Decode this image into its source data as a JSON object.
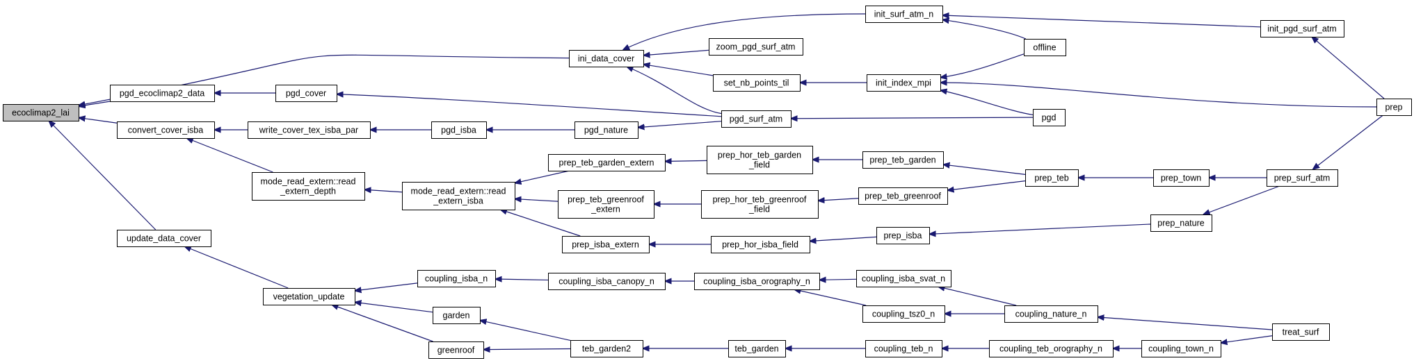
{
  "graph": {
    "root": "ecoclimap2_lai",
    "edge_color": "#191970",
    "root_fill": "#bfbfbf",
    "nodes": [
      {
        "id": "ecoclimap2_lai",
        "lines": [
          "ecoclimap2_lai"
        ]
      },
      {
        "id": "ini_data_cover",
        "lines": [
          "ini_data_cover"
        ]
      },
      {
        "id": "pgd_ecoclimap2_data",
        "lines": [
          "pgd_ecoclimap2_data"
        ]
      },
      {
        "id": "convert_cover_isba",
        "lines": [
          "convert_cover_isba"
        ]
      },
      {
        "id": "update_data_cover",
        "lines": [
          "update_data_cover"
        ]
      },
      {
        "id": "init_surf_atm_n",
        "lines": [
          "init_surf_atm_n"
        ]
      },
      {
        "id": "zoom_pgd_surf_atm",
        "lines": [
          "zoom_pgd_surf_atm"
        ]
      },
      {
        "id": "set_nb_points_til",
        "lines": [
          "set_nb_points_til"
        ]
      },
      {
        "id": "pgd_surf_atm",
        "lines": [
          "pgd_surf_atm"
        ]
      },
      {
        "id": "pgd_cover",
        "lines": [
          "pgd_cover"
        ]
      },
      {
        "id": "write_cover_tex_isba_par",
        "lines": [
          "write_cover_tex_isba_par"
        ]
      },
      {
        "id": "mode_read_extern_depth",
        "lines": [
          "mode_read_extern::read",
          "_extern_depth"
        ]
      },
      {
        "id": "vegetation_update",
        "lines": [
          "vegetation_update"
        ]
      },
      {
        "id": "pgd_isba",
        "lines": [
          "pgd_isba"
        ]
      },
      {
        "id": "pgd_nature",
        "lines": [
          "pgd_nature"
        ]
      },
      {
        "id": "mode_read_extern_isba",
        "lines": [
          "mode_read_extern::read",
          "_extern_isba"
        ]
      },
      {
        "id": "prep_teb_garden_extern",
        "lines": [
          "prep_teb_garden_extern"
        ]
      },
      {
        "id": "prep_teb_greenroof_extern",
        "lines": [
          "prep_teb_greenroof",
          "_extern"
        ]
      },
      {
        "id": "prep_isba_extern",
        "lines": [
          "prep_isba_extern"
        ]
      },
      {
        "id": "prep_hor_teb_garden_field",
        "lines": [
          "prep_hor_teb_garden",
          "_field"
        ]
      },
      {
        "id": "prep_hor_teb_greenroof_field",
        "lines": [
          "prep_hor_teb_greenroof",
          "_field"
        ]
      },
      {
        "id": "prep_hor_isba_field",
        "lines": [
          "prep_hor_isba_field"
        ]
      },
      {
        "id": "prep_teb_garden",
        "lines": [
          "prep_teb_garden"
        ]
      },
      {
        "id": "prep_teb_greenroof",
        "lines": [
          "prep_teb_greenroof"
        ]
      },
      {
        "id": "prep_isba",
        "lines": [
          "prep_isba"
        ]
      },
      {
        "id": "prep_teb",
        "lines": [
          "prep_teb"
        ]
      },
      {
        "id": "prep_town",
        "lines": [
          "prep_town"
        ]
      },
      {
        "id": "prep_nature",
        "lines": [
          "prep_nature"
        ]
      },
      {
        "id": "prep_surf_atm",
        "lines": [
          "prep_surf_atm"
        ]
      },
      {
        "id": "init_pgd_surf_atm",
        "lines": [
          "init_pgd_surf_atm"
        ]
      },
      {
        "id": "prep",
        "lines": [
          "prep"
        ]
      },
      {
        "id": "init_index_mpi",
        "lines": [
          "init_index_mpi"
        ]
      },
      {
        "id": "offline",
        "lines": [
          "offline"
        ]
      },
      {
        "id": "pgd",
        "lines": [
          "pgd"
        ]
      },
      {
        "id": "coupling_isba_n",
        "lines": [
          "coupling_isba_n"
        ]
      },
      {
        "id": "garden",
        "lines": [
          "garden"
        ]
      },
      {
        "id": "greenroof",
        "lines": [
          "greenroof"
        ]
      },
      {
        "id": "coupling_isba_canopy_n",
        "lines": [
          "coupling_isba_canopy_n"
        ]
      },
      {
        "id": "teb_garden2",
        "lines": [
          "teb_garden2"
        ]
      },
      {
        "id": "coupling_isba_orography_n",
        "lines": [
          "coupling_isba_orography_n"
        ]
      },
      {
        "id": "teb_garden",
        "lines": [
          "teb_garden"
        ]
      },
      {
        "id": "coupling_isba_svat_n",
        "lines": [
          "coupling_isba_svat_n"
        ]
      },
      {
        "id": "coupling_tsz0_n",
        "lines": [
          "coupling_tsz0_n"
        ]
      },
      {
        "id": "coupling_teb_n",
        "lines": [
          "coupling_teb_n"
        ]
      },
      {
        "id": "coupling_nature_n",
        "lines": [
          "coupling_nature_n"
        ]
      },
      {
        "id": "coupling_teb_orography_n",
        "lines": [
          "coupling_teb_orography_n"
        ]
      },
      {
        "id": "coupling_town_n",
        "lines": [
          "coupling_town_n"
        ]
      },
      {
        "id": "treat_surf",
        "lines": [
          "treat_surf"
        ]
      }
    ],
    "edges": [
      {
        "from": "ini_data_cover",
        "to": "ecoclimap2_lai"
      },
      {
        "from": "pgd_ecoclimap2_data",
        "to": "ecoclimap2_lai"
      },
      {
        "from": "convert_cover_isba",
        "to": "ecoclimap2_lai"
      },
      {
        "from": "update_data_cover",
        "to": "ecoclimap2_lai"
      },
      {
        "from": "init_surf_atm_n",
        "to": "ini_data_cover"
      },
      {
        "from": "zoom_pgd_surf_atm",
        "to": "ini_data_cover"
      },
      {
        "from": "set_nb_points_til",
        "to": "ini_data_cover"
      },
      {
        "from": "pgd_surf_atm",
        "to": "ini_data_cover"
      },
      {
        "from": "pgd_cover",
        "to": "pgd_ecoclimap2_data"
      },
      {
        "from": "pgd_surf_atm",
        "to": "pgd_cover"
      },
      {
        "from": "write_cover_tex_isba_par",
        "to": "convert_cover_isba"
      },
      {
        "from": "mode_read_extern_depth",
        "to": "convert_cover_isba"
      },
      {
        "from": "pgd_isba",
        "to": "write_cover_tex_isba_par"
      },
      {
        "from": "pgd_nature",
        "to": "pgd_isba"
      },
      {
        "from": "pgd_surf_atm",
        "to": "pgd_nature"
      },
      {
        "from": "pgd",
        "to": "pgd_surf_atm"
      },
      {
        "from": "init_index_mpi",
        "to": "set_nb_points_til"
      },
      {
        "from": "offline",
        "to": "init_surf_atm_n"
      },
      {
        "from": "init_pgd_surf_atm",
        "to": "init_surf_atm_n"
      },
      {
        "from": "prep",
        "to": "init_pgd_surf_atm"
      },
      {
        "from": "offline",
        "to": "init_index_mpi"
      },
      {
        "from": "prep",
        "to": "init_index_mpi"
      },
      {
        "from": "pgd",
        "to": "init_index_mpi"
      },
      {
        "from": "mode_read_extern_isba",
        "to": "mode_read_extern_depth"
      },
      {
        "from": "prep_teb_garden_extern",
        "to": "mode_read_extern_isba"
      },
      {
        "from": "prep_teb_greenroof_extern",
        "to": "mode_read_extern_isba"
      },
      {
        "from": "prep_isba_extern",
        "to": "mode_read_extern_isba"
      },
      {
        "from": "prep_hor_teb_garden_field",
        "to": "prep_teb_garden_extern"
      },
      {
        "from": "prep_hor_teb_greenroof_field",
        "to": "prep_teb_greenroof_extern"
      },
      {
        "from": "prep_hor_isba_field",
        "to": "prep_isba_extern"
      },
      {
        "from": "prep_teb_garden",
        "to": "prep_hor_teb_garden_field"
      },
      {
        "from": "prep_teb_greenroof",
        "to": "prep_hor_teb_greenroof_field"
      },
      {
        "from": "prep_isba",
        "to": "prep_hor_isba_field"
      },
      {
        "from": "prep_teb",
        "to": "prep_teb_garden"
      },
      {
        "from": "prep_teb",
        "to": "prep_teb_greenroof"
      },
      {
        "from": "prep_nature",
        "to": "prep_isba"
      },
      {
        "from": "prep_town",
        "to": "prep_teb"
      },
      {
        "from": "prep_surf_atm",
        "to": "prep_town"
      },
      {
        "from": "prep_surf_atm",
        "to": "prep_nature"
      },
      {
        "from": "prep",
        "to": "prep_surf_atm"
      },
      {
        "from": "vegetation_update",
        "to": "update_data_cover"
      },
      {
        "from": "coupling_isba_n",
        "to": "vegetation_update"
      },
      {
        "from": "garden",
        "to": "vegetation_update"
      },
      {
        "from": "greenroof",
        "to": "vegetation_update"
      },
      {
        "from": "coupling_isba_canopy_n",
        "to": "coupling_isba_n"
      },
      {
        "from": "teb_garden2",
        "to": "garden"
      },
      {
        "from": "teb_garden2",
        "to": "greenroof"
      },
      {
        "from": "coupling_isba_orography_n",
        "to": "coupling_isba_canopy_n"
      },
      {
        "from": "teb_garden",
        "to": "teb_garden2"
      },
      {
        "from": "coupling_isba_svat_n",
        "to": "coupling_isba_orography_n"
      },
      {
        "from": "coupling_tsz0_n",
        "to": "coupling_isba_orography_n"
      },
      {
        "from": "coupling_teb_n",
        "to": "teb_garden"
      },
      {
        "from": "coupling_nature_n",
        "to": "coupling_isba_svat_n"
      },
      {
        "from": "coupling_nature_n",
        "to": "coupling_tsz0_n"
      },
      {
        "from": "coupling_teb_orography_n",
        "to": "coupling_teb_n"
      },
      {
        "from": "treat_surf",
        "to": "coupling_nature_n"
      },
      {
        "from": "coupling_town_n",
        "to": "coupling_teb_orography_n"
      },
      {
        "from": "treat_surf",
        "to": "coupling_town_n"
      }
    ]
  }
}
